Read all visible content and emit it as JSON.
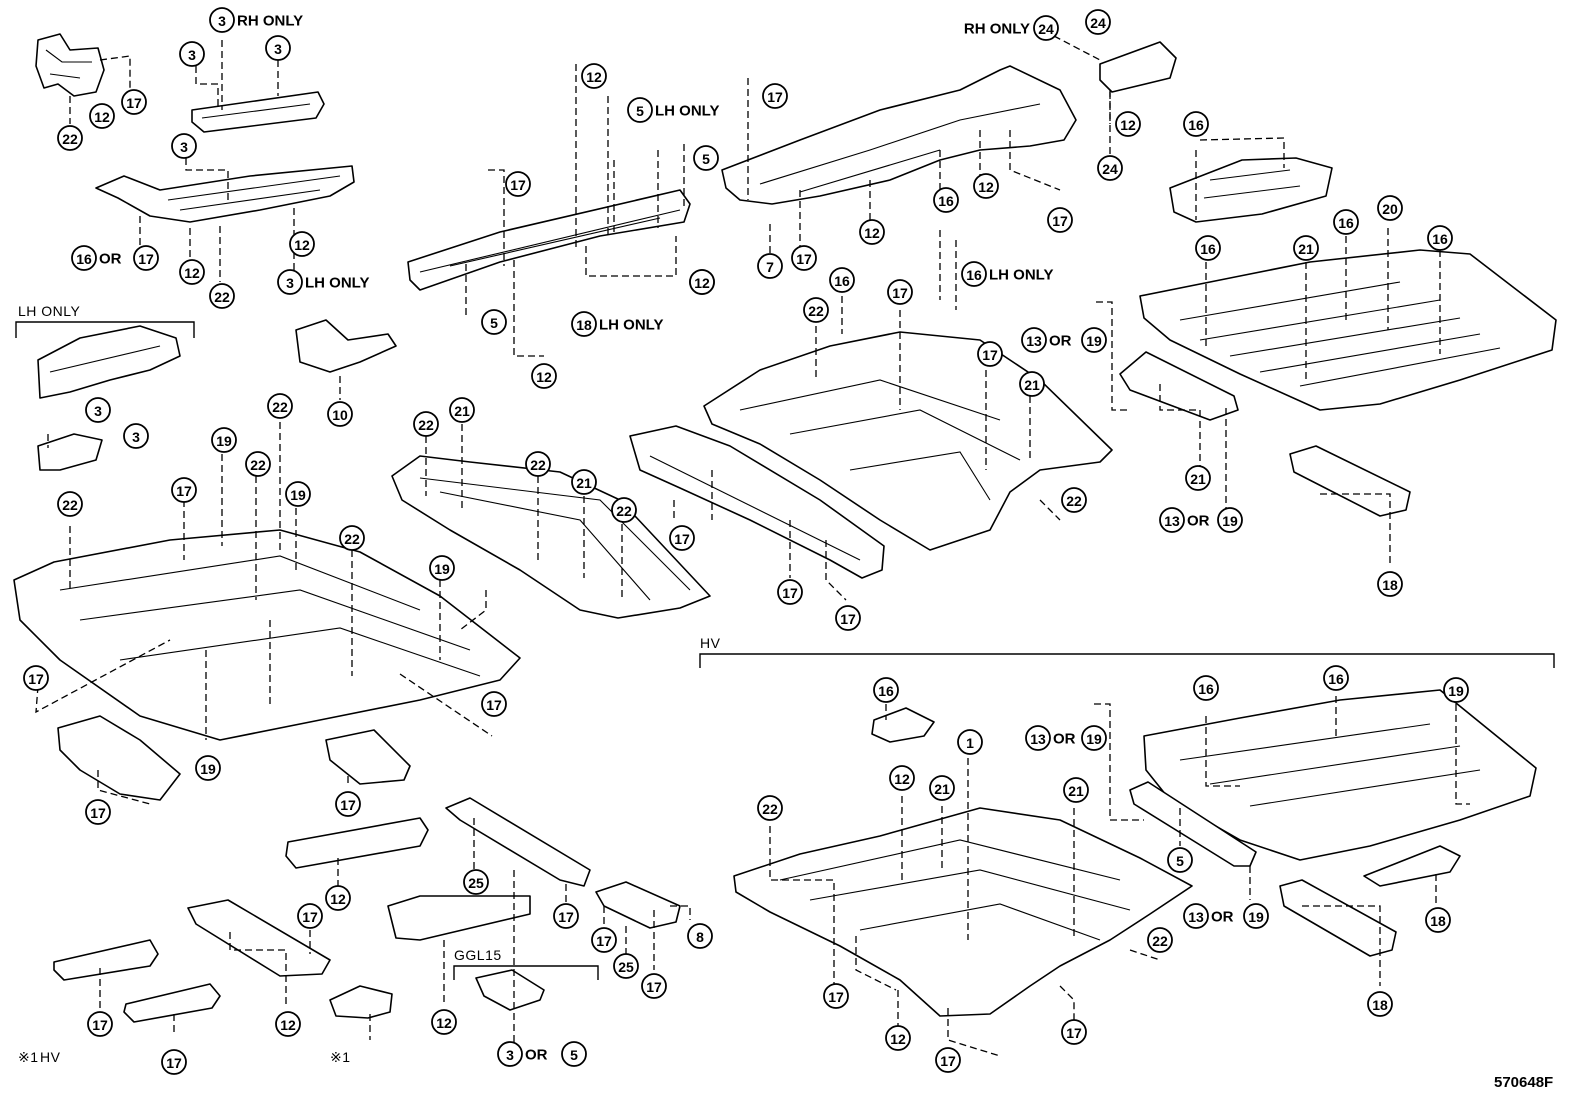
{
  "drawing_code": "570648F",
  "section_labels": {
    "lh_only": "LH ONLY",
    "hv": "HV",
    "ggl15": "GGL15"
  },
  "footnote": {
    "mark": "※1",
    "text": "HV"
  },
  "callouts": [
    {
      "id": "c1",
      "num": "3",
      "note": "RH ONLY"
    },
    {
      "id": "c2",
      "num": "3",
      "note": ""
    },
    {
      "id": "c3",
      "num": "3",
      "note": ""
    },
    {
      "id": "c4",
      "num": "12",
      "note": ""
    },
    {
      "id": "c5",
      "num": "17",
      "note": ""
    },
    {
      "id": "c6",
      "num": "22",
      "note": ""
    },
    {
      "id": "c7",
      "num": "3",
      "note": ""
    },
    {
      "id": "c8",
      "num": "16",
      "note": "OR"
    },
    {
      "id": "c9",
      "num": "17",
      "note": ""
    },
    {
      "id": "c10",
      "num": "12",
      "note": ""
    },
    {
      "id": "c11",
      "num": "22",
      "note": ""
    },
    {
      "id": "c12",
      "num": "12",
      "note": ""
    },
    {
      "id": "c13",
      "num": "3",
      "note": "LH ONLY"
    },
    {
      "id": "c14",
      "num": "12",
      "note": ""
    },
    {
      "id": "c15",
      "num": "5",
      "note": "LH ONLY"
    },
    {
      "id": "c16",
      "num": "17",
      "note": ""
    },
    {
      "id": "c17",
      "num": "5",
      "note": ""
    },
    {
      "id": "c18",
      "num": "17",
      "note": ""
    },
    {
      "id": "c19",
      "num": "5",
      "note": ""
    },
    {
      "id": "c20",
      "num": "12",
      "note": ""
    },
    {
      "id": "c21",
      "num": "18",
      "note": "LH ONLY"
    },
    {
      "id": "c22",
      "num": "12",
      "note": ""
    },
    {
      "id": "c23",
      "num": "24",
      "note": "RH ONLY",
      "note_left": true
    },
    {
      "id": "c24",
      "num": "24",
      "note": ""
    },
    {
      "id": "c25",
      "num": "12",
      "note": ""
    },
    {
      "id": "c26",
      "num": "24",
      "note": ""
    },
    {
      "id": "c27",
      "num": "12",
      "note": ""
    },
    {
      "id": "c28",
      "num": "16",
      "note": ""
    },
    {
      "id": "c29",
      "num": "17",
      "note": ""
    },
    {
      "id": "c30",
      "num": "12",
      "note": ""
    },
    {
      "id": "c31",
      "num": "7",
      "note": ""
    },
    {
      "id": "c32",
      "num": "17",
      "note": ""
    },
    {
      "id": "c33",
      "num": "16",
      "note": ""
    },
    {
      "id": "c34",
      "num": "16",
      "note": ""
    },
    {
      "id": "c35",
      "num": "16",
      "note": ""
    },
    {
      "id": "c36",
      "num": "21",
      "note": ""
    },
    {
      "id": "c37",
      "num": "20",
      "note": ""
    },
    {
      "id": "c38",
      "num": "16",
      "note": ""
    },
    {
      "id": "c39",
      "num": "3",
      "note": ""
    },
    {
      "id": "c40",
      "num": "3",
      "note": ""
    },
    {
      "id": "c41",
      "num": "10",
      "note": ""
    },
    {
      "id": "c42",
      "num": "22",
      "note": ""
    },
    {
      "id": "c43",
      "num": "17",
      "note": ""
    },
    {
      "id": "c44",
      "num": "16",
      "note": ""
    },
    {
      "id": "c45",
      "num": "16",
      "note": "LH ONLY"
    },
    {
      "id": "c46",
      "num": "22",
      "note": ""
    },
    {
      "id": "c47",
      "num": "12",
      "note": ""
    },
    {
      "id": "c48",
      "num": "13",
      "note": "OR"
    },
    {
      "id": "c49",
      "num": "19",
      "note": ""
    },
    {
      "id": "c50",
      "num": "17",
      "note": ""
    },
    {
      "id": "c51",
      "num": "21",
      "note": ""
    },
    {
      "id": "c52",
      "num": "22",
      "note": ""
    },
    {
      "id": "c53",
      "num": "21",
      "note": ""
    },
    {
      "id": "c54",
      "num": "22",
      "note": ""
    },
    {
      "id": "c55",
      "num": "21",
      "note": ""
    },
    {
      "id": "c56",
      "num": "22",
      "note": ""
    },
    {
      "id": "c57",
      "num": "19",
      "note": ""
    },
    {
      "id": "c58",
      "num": "22",
      "note": ""
    },
    {
      "id": "c59",
      "num": "17",
      "note": ""
    },
    {
      "id": "c60",
      "num": "22",
      "note": ""
    },
    {
      "id": "c61",
      "num": "19",
      "note": ""
    },
    {
      "id": "c62",
      "num": "17",
      "note": ""
    },
    {
      "id": "c63",
      "num": "22",
      "note": ""
    },
    {
      "id": "c64",
      "num": "19",
      "note": ""
    },
    {
      "id": "c65",
      "num": "22",
      "note": ""
    },
    {
      "id": "c66",
      "num": "17",
      "note": ""
    },
    {
      "id": "c67",
      "num": "17",
      "note": ""
    },
    {
      "id": "c68",
      "num": "17",
      "note": ""
    },
    {
      "id": "c69",
      "num": "21",
      "note": ""
    },
    {
      "id": "c70",
      "num": "13",
      "note": "OR"
    },
    {
      "id": "c71",
      "num": "19",
      "note": ""
    },
    {
      "id": "c72",
      "num": "18",
      "note": ""
    },
    {
      "id": "c73",
      "num": "19",
      "note": ""
    },
    {
      "id": "c74",
      "num": "17",
      "note": ""
    },
    {
      "id": "c75",
      "num": "17",
      "note": ""
    },
    {
      "id": "c76",
      "num": "17",
      "note": ""
    },
    {
      "id": "c77",
      "num": "12",
      "note": ""
    },
    {
      "id": "c78",
      "num": "25",
      "note": ""
    },
    {
      "id": "c79",
      "num": "17",
      "note": ""
    },
    {
      "id": "c80",
      "num": "17",
      "note": ""
    },
    {
      "id": "c81",
      "num": "25",
      "note": ""
    },
    {
      "id": "c82",
      "num": "17",
      "note": ""
    },
    {
      "id": "c83",
      "num": "8",
      "note": ""
    },
    {
      "id": "c84",
      "num": "17",
      "note": ""
    },
    {
      "id": "c85",
      "num": "12",
      "note": ""
    },
    {
      "id": "c86",
      "num": "17",
      "note": ""
    },
    {
      "id": "c87",
      "num": "12",
      "note": ""
    },
    {
      "id": "c88",
      "num": "17",
      "note": ""
    },
    {
      "id": "c89",
      "num": "3",
      "note": "OR"
    },
    {
      "id": "c90",
      "num": "5",
      "note": ""
    },
    {
      "id": "c91",
      "num": "16",
      "note": ""
    },
    {
      "id": "c92",
      "num": "13",
      "note": "OR"
    },
    {
      "id": "c93",
      "num": "19",
      "note": ""
    },
    {
      "id": "c94",
      "num": "16",
      "note": ""
    },
    {
      "id": "c95",
      "num": "16",
      "note": ""
    },
    {
      "id": "c96",
      "num": "19",
      "note": ""
    },
    {
      "id": "c97",
      "num": "1",
      "note": ""
    },
    {
      "id": "c98",
      "num": "12",
      "note": ""
    },
    {
      "id": "c99",
      "num": "21",
      "note": ""
    },
    {
      "id": "c100",
      "num": "21",
      "note": ""
    },
    {
      "id": "c101",
      "num": "22",
      "note": ""
    },
    {
      "id": "c102",
      "num": "5",
      "note": ""
    },
    {
      "id": "c103",
      "num": "13",
      "note": "OR"
    },
    {
      "id": "c104",
      "num": "19",
      "note": ""
    },
    {
      "id": "c105",
      "num": "18",
      "note": ""
    },
    {
      "id": "c106",
      "num": "18",
      "note": ""
    },
    {
      "id": "c107",
      "num": "22",
      "note": ""
    },
    {
      "id": "c108",
      "num": "17",
      "note": ""
    },
    {
      "id": "c109",
      "num": "12",
      "note": ""
    },
    {
      "id": "c110",
      "num": "17",
      "note": ""
    },
    {
      "id": "c111",
      "num": "17",
      "note": ""
    }
  ]
}
